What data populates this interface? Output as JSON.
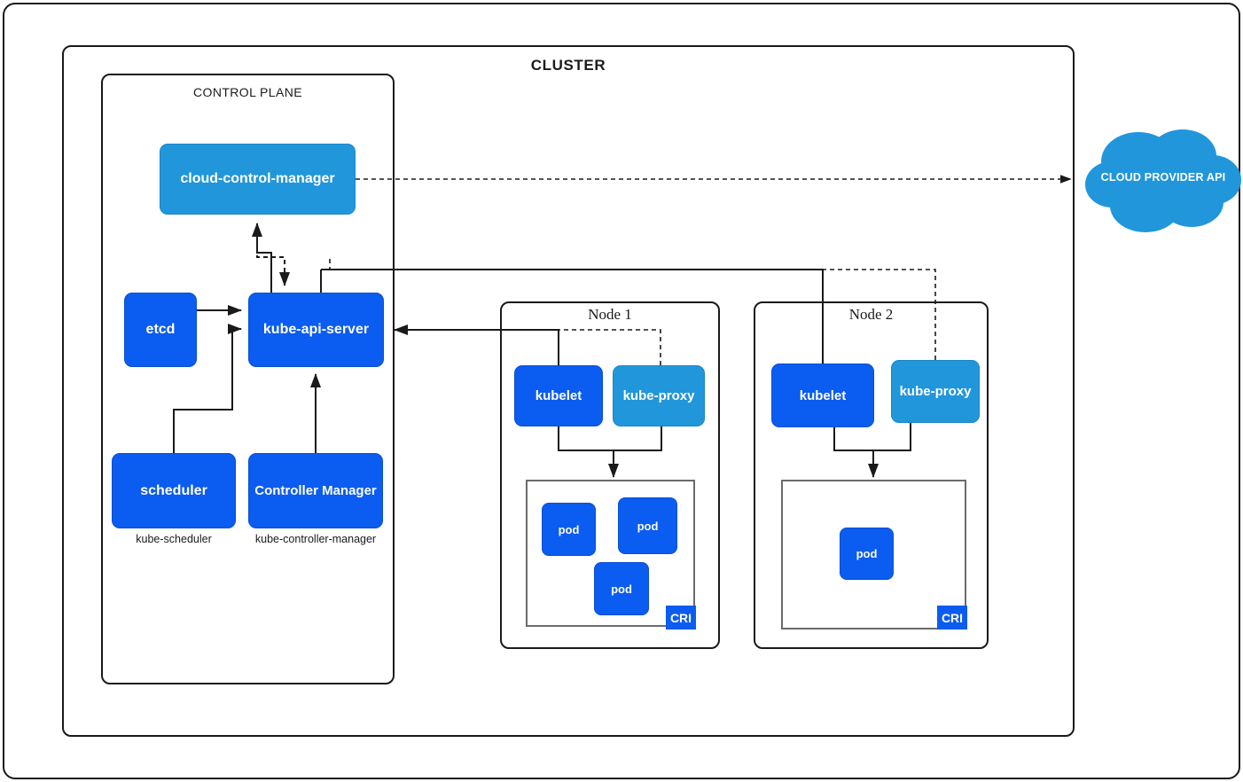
{
  "diagram": {
    "title": "CLUSTER",
    "colors": {
      "dark_blue": "#0B5CF0",
      "light_blue": "#2196DB",
      "stroke": "#1a1a1a",
      "cri_stroke": "#6b6b6b",
      "background": "#ffffff"
    }
  },
  "cluster": {
    "label": "CLUSTER",
    "control_plane": {
      "label": "CONTROL PLANE",
      "components": {
        "cloud_control_manager": "cloud-control-manager",
        "etcd": "etcd",
        "kube_api_server": "kube-api-server",
        "scheduler": "scheduler",
        "controller_manager": "Controller Manager"
      },
      "sublabels": {
        "scheduler": "kube-scheduler",
        "controller_manager": "kube-controller-manager"
      }
    },
    "nodes": [
      {
        "label": "Node 1",
        "kubelet": "kubelet",
        "kube_proxy": "kube-proxy",
        "runtime_badge": "CRI",
        "pods": [
          "pod",
          "pod",
          "pod"
        ]
      },
      {
        "label": "Node 2",
        "kubelet": "kubelet",
        "kube_proxy": "kube-proxy",
        "runtime_badge": "CRI",
        "pods": [
          "pod"
        ]
      }
    ]
  },
  "external": {
    "cloud_provider_api": {
      "label": "CLOUD PROVIDER API",
      "shape": "cloud-icon",
      "color": "#2196DB"
    }
  },
  "connections": [
    {
      "from": "kube-api-server",
      "to": "cloud-control-manager",
      "style": "solid",
      "direction": "up"
    },
    {
      "from": "cloud-control-manager",
      "to": "kube-api-server",
      "style": "dashed",
      "direction": "down"
    },
    {
      "from": "cloud-control-manager",
      "to": "cloud-provider-api",
      "style": "dashed",
      "direction": "right"
    },
    {
      "from": "etcd",
      "to": "kube-api-server",
      "style": "solid",
      "direction": "right"
    },
    {
      "from": "scheduler",
      "to": "kube-api-server",
      "style": "solid",
      "direction": "right"
    },
    {
      "from": "controller-manager",
      "to": "kube-api-server",
      "style": "solid",
      "direction": "up"
    },
    {
      "from": "node1-kubelet",
      "to": "kube-api-server",
      "style": "solid",
      "direction": "left"
    },
    {
      "from": "node2-kubelet",
      "to": "kube-api-server",
      "style": "solid",
      "direction": "left"
    },
    {
      "from": "node1-kube-proxy",
      "to": "kube-api-server",
      "style": "dashed",
      "direction": "left"
    },
    {
      "from": "node2-kube-proxy",
      "to": "kube-api-server",
      "style": "dashed",
      "direction": "left"
    },
    {
      "from": "node1-kubelet-kube-proxy",
      "to": "node1-cri",
      "style": "solid",
      "direction": "down"
    },
    {
      "from": "node2-kubelet-kube-proxy",
      "to": "node2-cri",
      "style": "solid",
      "direction": "down"
    }
  ]
}
